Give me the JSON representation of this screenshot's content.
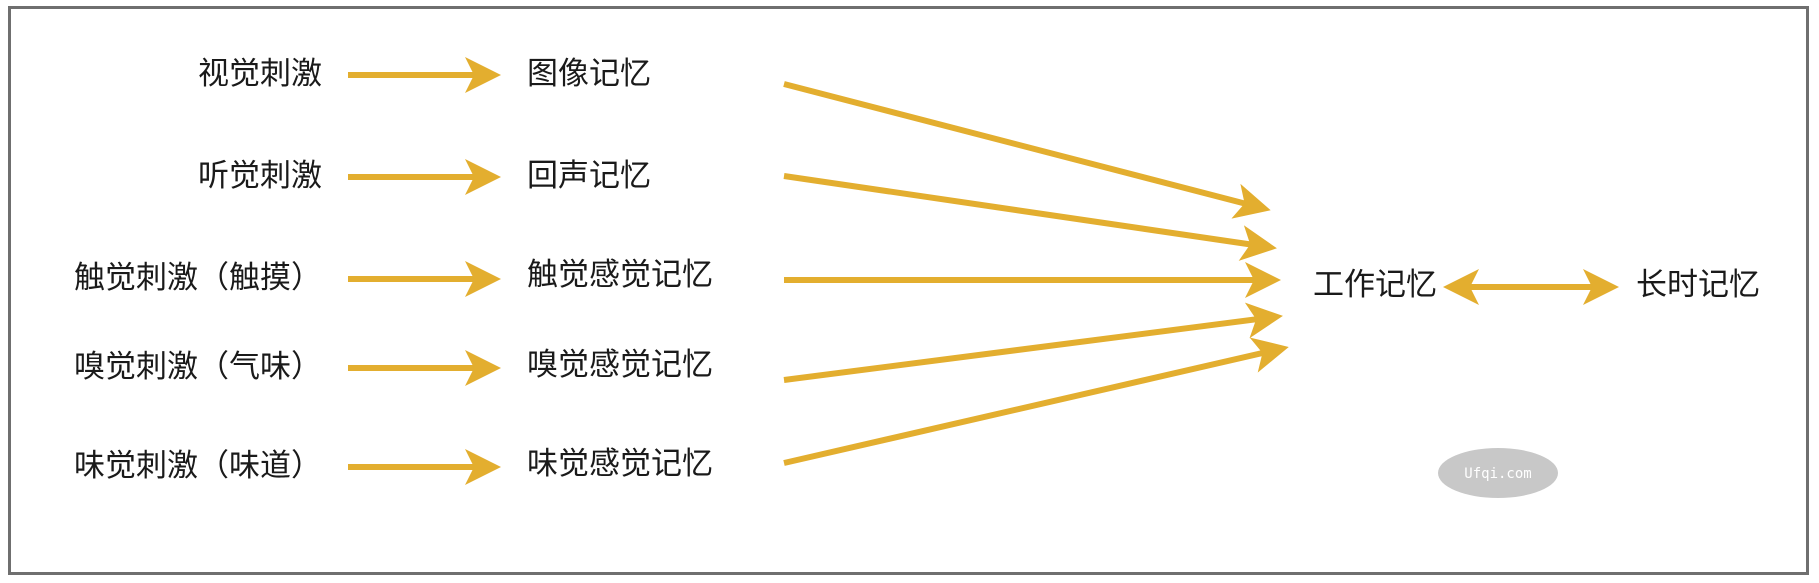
{
  "stimuli": [
    {
      "label": "视觉刺激"
    },
    {
      "label": "听觉刺激"
    },
    {
      "label": "触觉刺激（触摸）"
    },
    {
      "label": "嗅觉刺激（气味）"
    },
    {
      "label": "味觉刺激（味道）"
    }
  ],
  "sensory_memories": [
    {
      "label": "图像记忆"
    },
    {
      "label": "回声记忆"
    },
    {
      "label": "触觉感觉记忆"
    },
    {
      "label": "嗅觉感觉记忆"
    },
    {
      "label": "味觉感觉记忆"
    }
  ],
  "working_memory": {
    "label": "工作记忆"
  },
  "long_term_memory": {
    "label": "长时记忆"
  },
  "watermark": {
    "text": "Ufqi.com"
  },
  "colors": {
    "arrow": "#E3AE2F",
    "frame": "#6f6f6f",
    "watermark_bg": "#c8c8c8"
  }
}
